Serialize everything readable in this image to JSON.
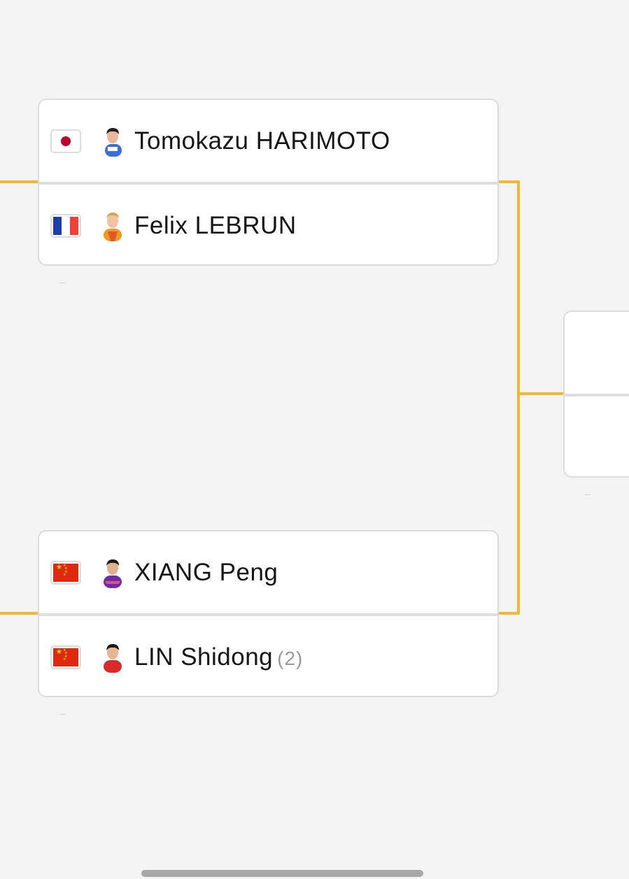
{
  "colors": {
    "background": "#f4f4f4",
    "connector": "#f2b82e",
    "card_border": "#dcdcdc",
    "name_text": "#161616",
    "seed_text": "#9a9a9a"
  },
  "matches": [
    {
      "players": [
        {
          "name": "Tomokazu HARIMOTO",
          "flag": "japan-flag-icon",
          "avatar": "player-avatar-icon",
          "seed": ""
        },
        {
          "name": "Felix LEBRUN",
          "flag": "france-flag-icon",
          "avatar": "player-avatar-icon",
          "seed": ""
        }
      ],
      "footer": "-"
    },
    {
      "players": [
        {
          "name": "XIANG Peng",
          "flag": "china-flag-icon",
          "avatar": "player-avatar-icon",
          "seed": ""
        },
        {
          "name": "LIN Shidong",
          "flag": "china-flag-icon",
          "avatar": "player-avatar-icon",
          "seed": "(2)"
        }
      ],
      "footer": "-"
    }
  ],
  "next_match": {
    "players": [
      {
        "name": ""
      },
      {
        "name": ""
      }
    ],
    "footer": "-"
  }
}
